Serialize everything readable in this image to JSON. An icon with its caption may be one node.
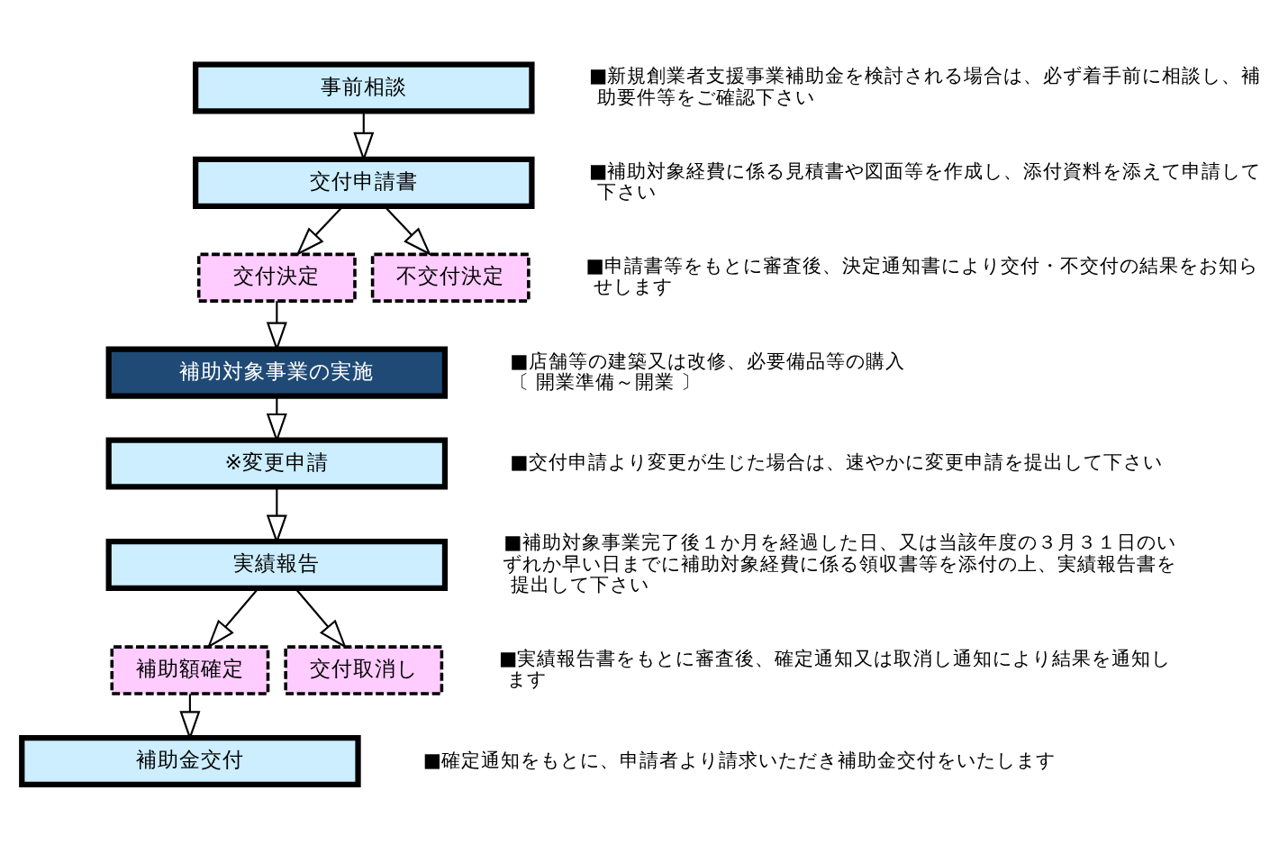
{
  "diagram": {
    "nodes": [
      {
        "text": [
          "事前相談"
        ],
        "beside": [
          "■新規創業者支援事業補助金を検討される場合は、必ず着手前に相談し、補助要件等をご確認下さい"
        ]
      },
      {
        "text": [
          "交付申請書"
        ],
        "beside": [
          "■補助対象経費に係る見積書や図面等を作成し、添付資料を添えて申請して下さい"
        ]
      },
      {
        "text": [
          "交付決定"
        ]
      },
      {
        "text": [
          "不交付決定"
        ],
        "beside": [
          "■申請書等をもとに審査後、決定通知書により交付・不交付の結果をお知らせします"
        ]
      },
      {
        "text": [
          "補助対象事業の実施"
        ],
        "beside": [
          "■店舗等の建築又は改修、必要備品等の購入",
          "〔 開業準備～開業 〕"
        ]
      },
      {
        "text": [
          "※変更申請"
        ],
        "beside": [
          "■交付申請より変更が生じた場合は、速やかに変更申請を提出して下さい"
        ]
      },
      {
        "text": [
          "実績報告"
        ],
        "beside": [
          "■補助対象事業完了後１か月を経過した日、又は当該年度の３月３１日のいずれか早い日までに補助対象経費に係る領収書等を添付の上、実績報告書を提出して下さい"
        ]
      },
      {
        "text": [
          "補助額確定"
        ]
      },
      {
        "text": [
          "交付取消し"
        ],
        "beside": [
          "■実績報告書をもとに審査後、確定通知又は取消し通知により結果を通知します"
        ]
      },
      {
        "text": [
          "補助金交付"
        ],
        "beside": [
          "■確定通知をもとに、申請者より請求いただき補助金交付をいたします"
        ]
      }
    ],
    "edges": [
      {
        "from": 0,
        "to": 1,
        "arrow": "to"
      },
      {
        "from": 1,
        "to": 2,
        "arrow": "to"
      },
      {
        "from": 1,
        "to": 3,
        "arrow": "to"
      },
      {
        "from": 2,
        "to": 4,
        "arrow": "to"
      },
      {
        "from": 4,
        "to": 5,
        "arrow": "to"
      },
      {
        "from": 5,
        "to": 6,
        "arrow": "to"
      },
      {
        "from": 6,
        "to": 7,
        "arrow": "to"
      },
      {
        "from": 6,
        "to": 8,
        "arrow": "to"
      },
      {
        "from": 7,
        "to": 9,
        "arrow": "to"
      }
    ]
  }
}
